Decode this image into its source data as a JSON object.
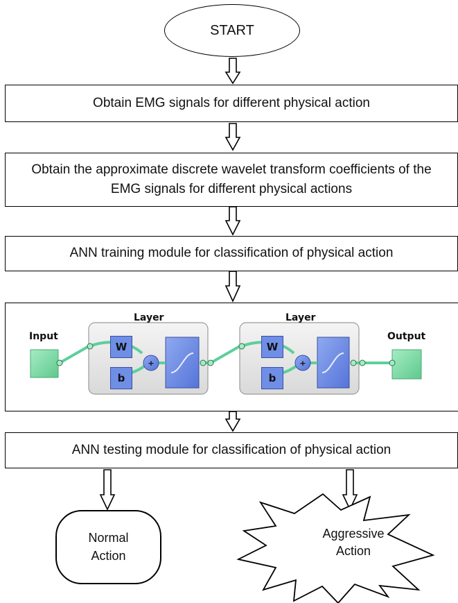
{
  "start": {
    "label": "START"
  },
  "steps": [
    {
      "text": "Obtain EMG signals for different physical action"
    },
    {
      "text": "Obtain the approximate discrete wavelet transform coefficients of the EMG signals for different physical actions"
    },
    {
      "text": "ANN training module for classification of physical action"
    },
    {
      "text": "ANN testing module for classification of physical action"
    }
  ],
  "network": {
    "input_label": "Input",
    "output_label": "Output",
    "layers": [
      {
        "title": "Layer",
        "weight_label": "W",
        "bias_label": "b",
        "sum_symbol": "+"
      },
      {
        "title": "Layer",
        "weight_label": "W",
        "bias_label": "b",
        "sum_symbol": "+"
      }
    ],
    "colors": {
      "io_fill": "#7fd8a6",
      "layer_fill": "#e6e6e6",
      "block_fill": "#6f8ee6",
      "connector": "#5ccf9a"
    }
  },
  "outcomes": {
    "normal": "Normal Action",
    "aggressive": "Aggressive Action"
  }
}
